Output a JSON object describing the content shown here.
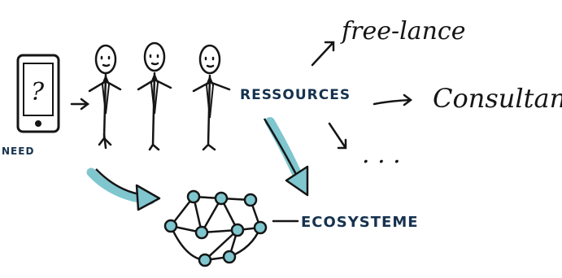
{
  "labels": {
    "need": "NEED",
    "phone_symbol": "?",
    "resources": "RESSOURCES",
    "freelance": "free-lance",
    "consultants": "Consultants",
    "others": ". . .",
    "ecosystem": "ECOSYSTEME"
  },
  "colors": {
    "ink": "#151515",
    "accent": "#7fc6cf",
    "accent_dark": "#2a6f7a",
    "caps_ink": "#16324f"
  }
}
